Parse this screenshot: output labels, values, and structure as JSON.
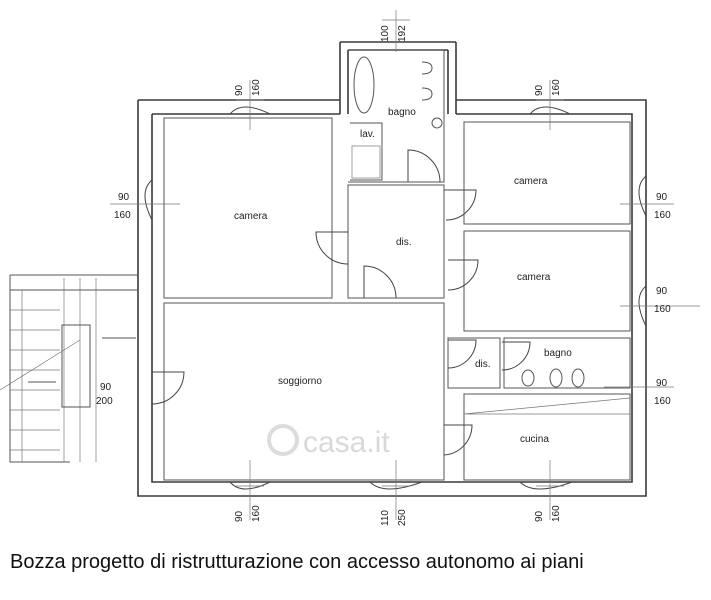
{
  "rooms": {
    "camera_left": "camera",
    "dis_center": "dis.",
    "bagno_top": "bagno",
    "lav": "lav.",
    "camera_top_right": "camera",
    "camera_mid_right": "camera",
    "soggiorno": "soggiorno",
    "dis_small": "dis.",
    "bagno_right": "bagno",
    "cucina": "cucina"
  },
  "dimensions": {
    "top_left_a": "90",
    "top_left_b": "160",
    "top_bath_a": "100",
    "top_bath_b": "192",
    "top_right_a": "90",
    "top_right_b": "160",
    "left_a": "90",
    "left_b": "160",
    "stair_a": "90",
    "stair_b": "200",
    "right1_a": "90",
    "right1_b": "160",
    "right2_a": "90",
    "right2_b": "160",
    "right3_a": "90",
    "right3_b": "160",
    "bottom_left_a": "90",
    "bottom_left_b": "160",
    "bottom_mid_a": "110",
    "bottom_mid_b": "250",
    "bottom_right_a": "90",
    "bottom_right_b": "160"
  },
  "watermark": "casa.it",
  "caption": "Bozza progetto di ristrutturazione con accesso autonomo ai piani"
}
